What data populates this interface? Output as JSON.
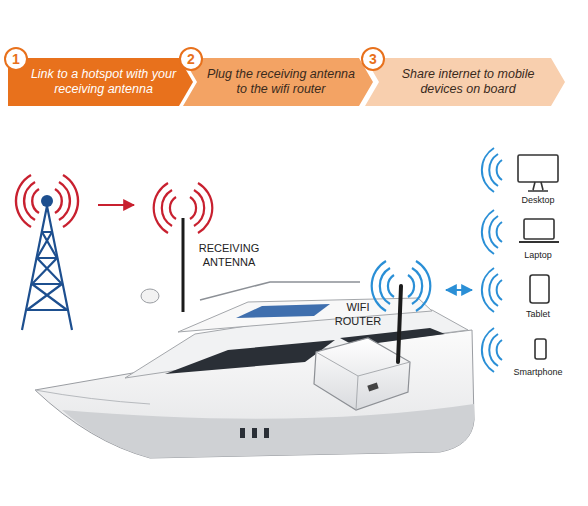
{
  "diagram": {
    "nodes": [
      {
        "text": [
          "Link to a hotspot with your receiving antenna"
        ]
      },
      {
        "text": [
          "1"
        ],
        "in": 0
      },
      {
        "text": [
          "Plug the receiving antenna to the wifi router"
        ]
      },
      {
        "text": [
          "2"
        ],
        "in": 2
      },
      {
        "text": [
          "Share internet to mobile devices on board"
        ]
      },
      {
        "text": [
          "3"
        ],
        "in": 4
      }
    ],
    "labels": [
      "RECEIVING ANTENNA",
      "WIFI ROUTER",
      "Desktop",
      "Laptop",
      "Tablet",
      "Smartphone"
    ]
  }
}
